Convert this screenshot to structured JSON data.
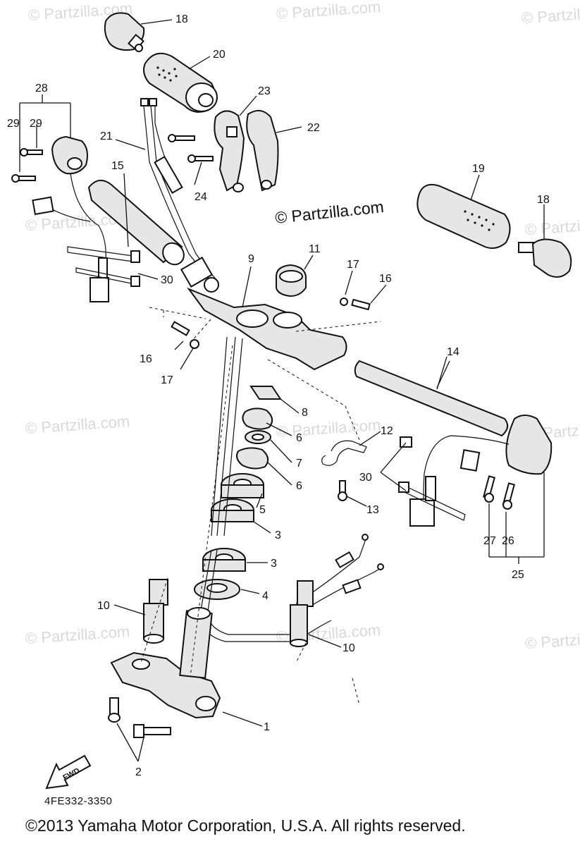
{
  "watermark": {
    "text": "© Partzilla.com"
  },
  "diagram_code": "4FE332-3350",
  "copyright": "©2013  Yamaha Motor Corporation, U.S.A. All rights reserved.",
  "fwd_label": "FWD",
  "callouts": {
    "c1": "1",
    "c2": "2",
    "c3a": "3",
    "c3b": "3",
    "c4": "4",
    "c5": "5",
    "c6a": "6",
    "c6b": "6",
    "c7": "7",
    "c8": "8",
    "c9": "9",
    "c10a": "10",
    "c10b": "10",
    "c11": "11",
    "c12": "12",
    "c13": "13",
    "c14": "14",
    "c15": "15",
    "c16a": "16",
    "c16b": "16",
    "c17a": "17",
    "c17b": "17",
    "c18a": "18",
    "c18b": "18",
    "c19": "19",
    "c20": "20",
    "c21": "21",
    "c22": "22",
    "c23": "23",
    "c24": "24",
    "c25": "25",
    "c26": "26",
    "c27": "27",
    "c28": "28",
    "c29a": "29",
    "c29b": "29",
    "c30a": "30",
    "c30b": "30"
  }
}
